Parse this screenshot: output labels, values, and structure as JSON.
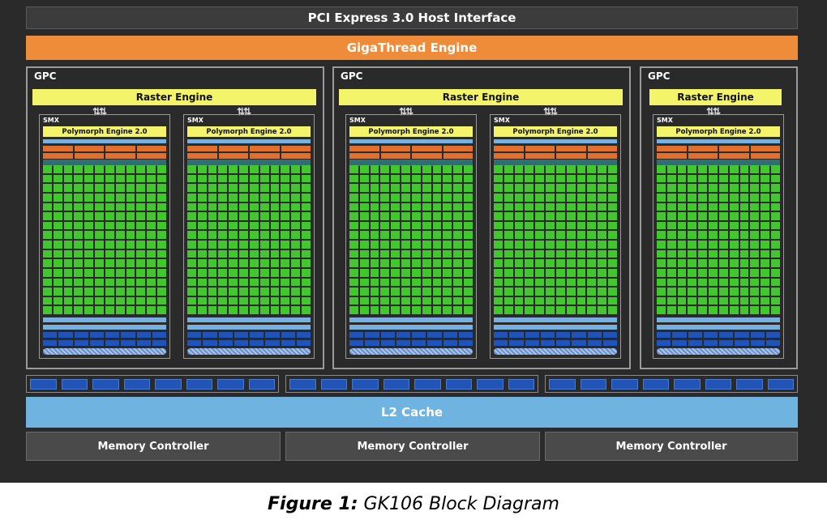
{
  "pci_label": "PCI Express 3.0 Host Interface",
  "gigathread_label": "GigaThread Engine",
  "gpcs": [
    {
      "label": "GPC",
      "raster": "Raster Engine",
      "smx": [
        {
          "label": "SMX",
          "poly": "Polymorph Engine 2.0"
        },
        {
          "label": "SMX",
          "poly": "Polymorph Engine 2.0"
        }
      ]
    },
    {
      "label": "GPC",
      "raster": "Raster Engine",
      "smx": [
        {
          "label": "SMX",
          "poly": "Polymorph Engine 2.0"
        },
        {
          "label": "SMX",
          "poly": "Polymorph Engine 2.0"
        }
      ]
    },
    {
      "label": "GPC",
      "raster": "Raster Engine",
      "smx": [
        {
          "label": "SMX",
          "poly": "Polymorph Engine 2.0"
        }
      ]
    }
  ],
  "arrow_glyph": "⇅⇅",
  "l2_label": "L2 Cache",
  "memory_controllers": [
    "Memory Controller",
    "Memory Controller",
    "Memory Controller"
  ],
  "caption": {
    "prefix": "Figure 1:",
    "text": " GK106 Block Diagram"
  },
  "colors": {
    "background": "#2a2a2a",
    "gigathread": "#ee8c3a",
    "raster": "#f4f46a",
    "core": "#42c72e",
    "l2": "#6fb3e0",
    "load_store": "#2054b8"
  }
}
